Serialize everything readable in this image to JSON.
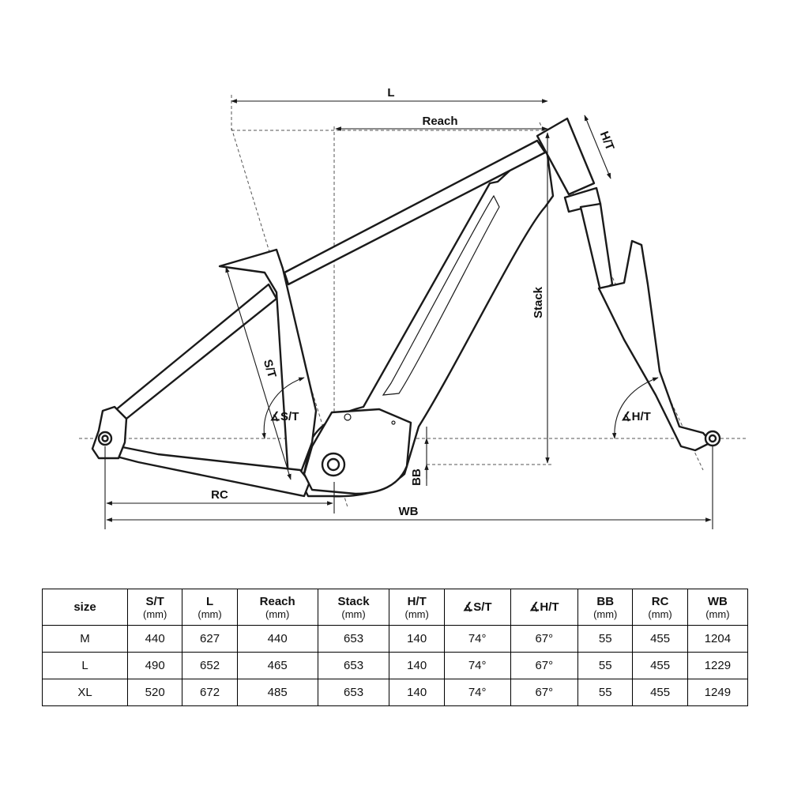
{
  "diagram": {
    "labels": {
      "L": "L",
      "reach": "Reach",
      "ht": "H/T",
      "stack": "Stack",
      "st": "S/T",
      "st_angle": "∡S/T",
      "ht_angle": "∡H/T",
      "bb": "BB",
      "rc": "RC",
      "wb": "WB"
    }
  },
  "table": {
    "headers": [
      {
        "label": "size",
        "unit": ""
      },
      {
        "label": "S/T",
        "unit": "(mm)"
      },
      {
        "label": "L",
        "unit": "(mm)"
      },
      {
        "label": "Reach",
        "unit": "(mm)"
      },
      {
        "label": "Stack",
        "unit": "(mm)"
      },
      {
        "label": "H/T",
        "unit": "(mm)"
      },
      {
        "label": "∡S/T",
        "unit": ""
      },
      {
        "label": "∡H/T",
        "unit": ""
      },
      {
        "label": "BB",
        "unit": "(mm)"
      },
      {
        "label": "RC",
        "unit": "(mm)"
      },
      {
        "label": "WB",
        "unit": "(mm)"
      }
    ],
    "rows": [
      [
        "M",
        "440",
        "627",
        "440",
        "653",
        "140",
        "74°",
        "67°",
        "55",
        "455",
        "1204"
      ],
      [
        "L",
        "490",
        "652",
        "465",
        "653",
        "140",
        "74°",
        "67°",
        "55",
        "455",
        "1229"
      ],
      [
        "XL",
        "520",
        "672",
        "485",
        "653",
        "140",
        "74°",
        "67°",
        "55",
        "455",
        "1249"
      ]
    ]
  }
}
